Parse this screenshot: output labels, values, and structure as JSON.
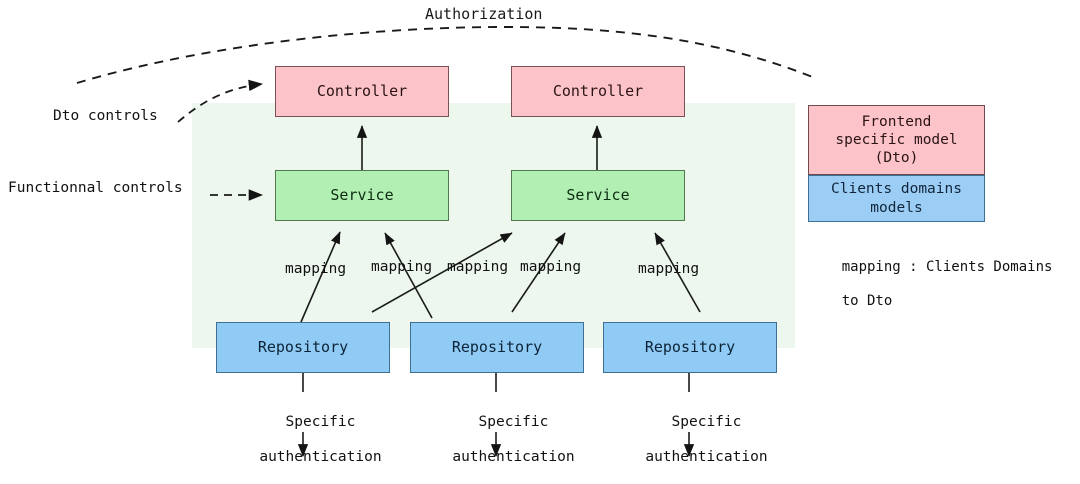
{
  "diagram": {
    "title": "Authorization",
    "left_labels": [
      {
        "id": "dto-controls",
        "text": "Dto controls"
      },
      {
        "id": "functional-controls",
        "text": "Functionnal controls"
      }
    ],
    "controllers": [
      {
        "label": "Controller"
      },
      {
        "label": "Controller"
      }
    ],
    "services": [
      {
        "label": "Service"
      },
      {
        "label": "Service"
      }
    ],
    "repositories": [
      {
        "label": "Repository"
      },
      {
        "label": "Repository"
      },
      {
        "label": "Repository"
      }
    ],
    "mapping_labels": [
      "mapping",
      "mapping",
      "mapping",
      "mapping",
      "mapping"
    ],
    "auth_labels": [
      {
        "line1": "Specific",
        "line2": "authentication"
      },
      {
        "line1": "Specific",
        "line2": "authentication"
      },
      {
        "line1": "Specific",
        "line2": "authentication"
      }
    ],
    "legend": {
      "top_line1": "Frontend",
      "top_line2": "specific model",
      "top_line3": "(Dto)",
      "bottom_line1": "Clients domains",
      "bottom_line2": "models",
      "note_line1": "mapping : Clients Domains",
      "note_line2": "to Dto"
    },
    "colors": {
      "controller_fill": "#fcc4c9",
      "service_fill": "#b2efb2",
      "repository_fill": "#8fcbf4",
      "panel_fill": "#edf7ee",
      "legend_bottom_fill": "#9ccdf5",
      "stroke": "#1a1a1a"
    }
  }
}
